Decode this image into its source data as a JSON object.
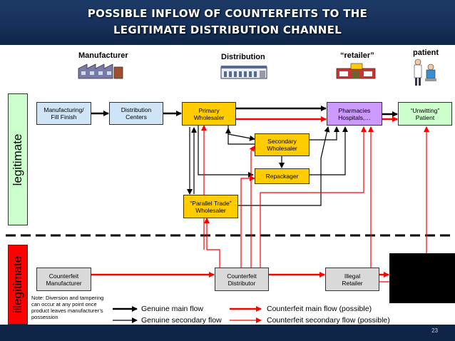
{
  "title": {
    "line1": "Possible Inflow of Counterfeits to the",
    "line2": "Legitimate Distribution Channel"
  },
  "columns": {
    "manufacturer": "Manufacturer",
    "distribution": "Distribution",
    "retailer": "“retailer”",
    "patient": "patient"
  },
  "zones": {
    "legitimate": "legitimate",
    "illegitimate": "illegitimate"
  },
  "boxes": {
    "manufacturing": "Manufacturing/\nFill Finish",
    "distribution_centers": "Distribution\nCenters",
    "primary_wholesaler": "Primary\nWholesaler",
    "pharmacies": "Pharmacies\nHospitals,…",
    "unwitting_patient": "“Unwitting”\nPatient",
    "secondary_wholesaler": "Secondary\nWholesaler",
    "repackager": "Repackager",
    "parallel_trade": "“Parallel Trade”\nWholesaler",
    "counterfeit_manufacturer": "Counterfeit\nManufacturer",
    "counterfeit_distributor": "Counterfeit\nDistributor",
    "illegal_retailer": "Illegal\nRetailer"
  },
  "note": "Note: Diversion and tampering can occur at any point once product leaves manufacturer’s possession",
  "legend": {
    "genuine_main": "Genuine main flow",
    "genuine_secondary": "Genuine secondary flow",
    "counterfeit_main": "Counterfeit main flow (possible)",
    "counterfeit_secondary": "Counterfeit secondary flow (possible)"
  },
  "page_number": "23",
  "colors": {
    "header": "#1d3a66",
    "counterfeit_flow": "#ff0000",
    "genuine_flow": "#000000",
    "distribution_box": "#cfe4f6",
    "wholesaler_box": "#ffcc00",
    "pharmacy_box": "#cc99ff",
    "patient_box": "#ccffcc",
    "illegitimate_box": "#d9d9d9"
  }
}
